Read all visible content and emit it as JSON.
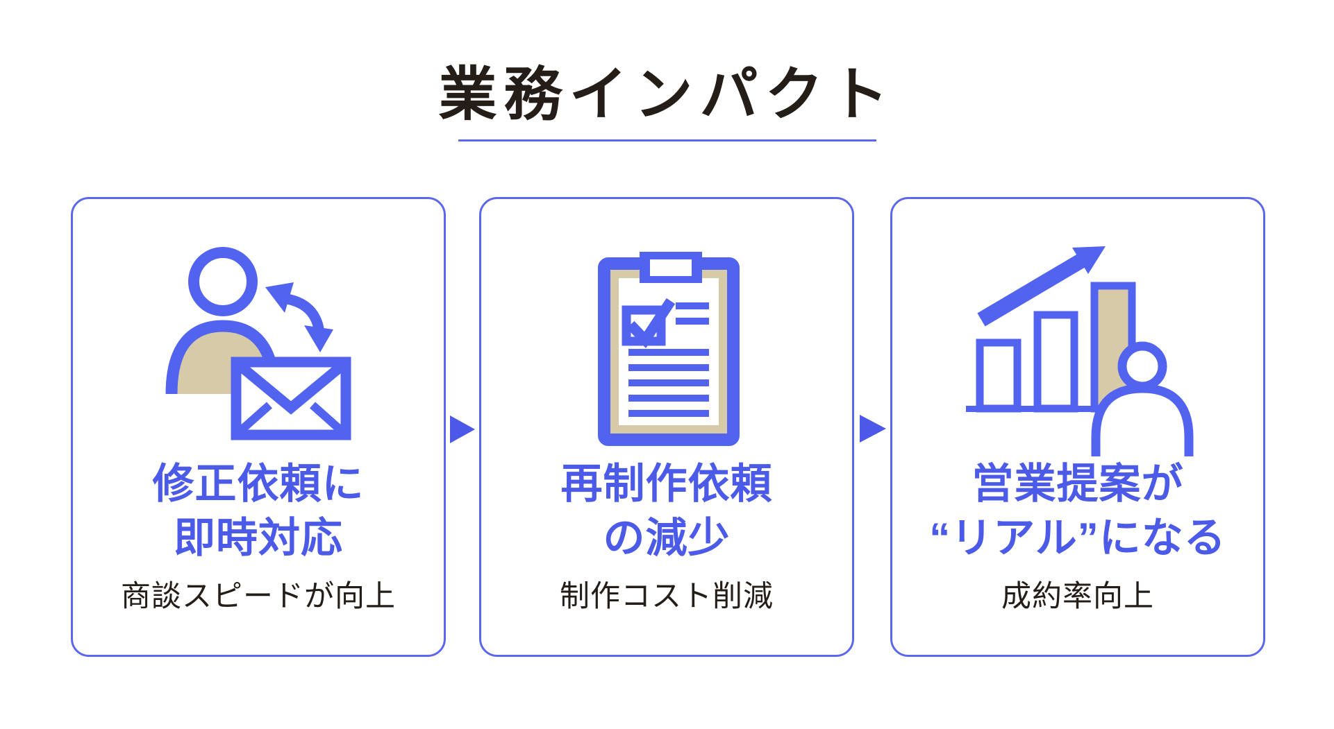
{
  "title": {
    "text": "業務インパクト"
  },
  "cards": [
    {
      "id": "revision-response",
      "icon": "person-mail-sync-icon",
      "heading_lines": [
        "修正依頼に",
        "即時対応"
      ],
      "subtext": "商談スピードが向上"
    },
    {
      "id": "fewer-remakes",
      "icon": "checklist-clipboard-icon",
      "heading_lines": [
        "再制作依頼",
        "の減少"
      ],
      "subtext": "制作コスト削減"
    },
    {
      "id": "real-proposals",
      "icon": "growth-chart-person-icon",
      "heading_lines": [
        "営業提案が",
        "“リアル”になる"
      ],
      "subtext": "成約率向上"
    }
  ],
  "colors": {
    "accent_blue": "#4c5ae8",
    "icon_blue": "#5263f0",
    "card_border_blue": "#5b67ed",
    "tan": "#d7caa8",
    "text_dark": "#251e18",
    "background": "#ffffff"
  }
}
